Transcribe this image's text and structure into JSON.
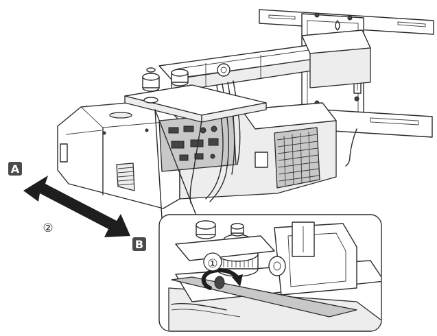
{
  "labels": {
    "direction_a": "A",
    "direction_b": "B",
    "step_2": "②",
    "step_1": "①"
  },
  "colors": {
    "badge_fill": "#4a4a4a",
    "arrow_fill": "#1e1e1e",
    "line": "#2a2a2a"
  }
}
